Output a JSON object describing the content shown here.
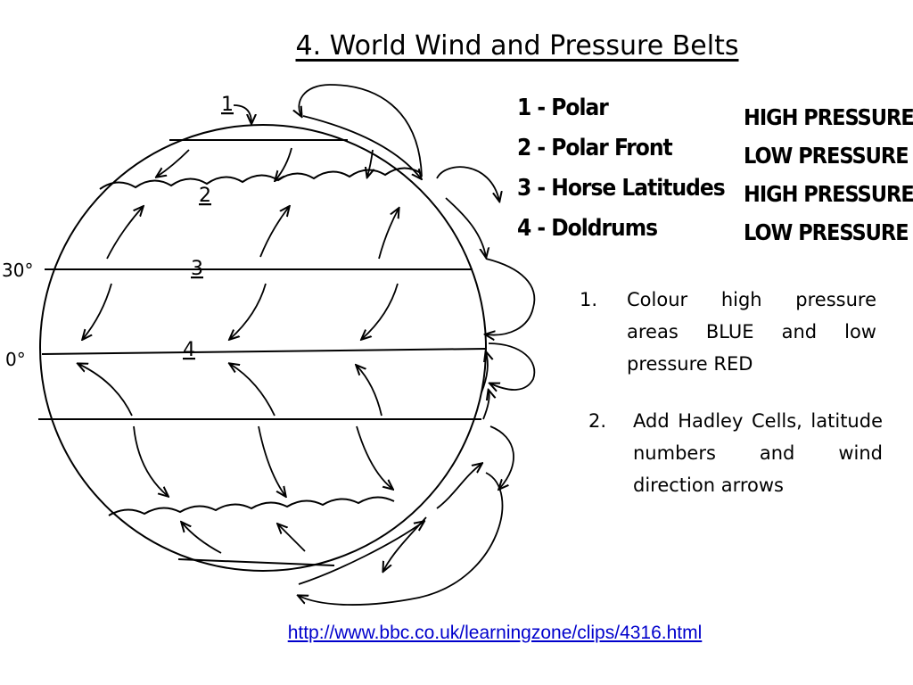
{
  "title": "4. World Wind and Pressure Belts",
  "diagram": {
    "zone_numbers": [
      "1",
      "2",
      "3",
      "4"
    ],
    "latitude_labels": [
      "30°",
      "0°"
    ]
  },
  "legend": [
    {
      "label": "1 - Polar",
      "pressure": "HIGH PRESSURE"
    },
    {
      "label": "2 - Polar Front",
      "pressure": "LOW PRESSURE"
    },
    {
      "label": "3 - Horse Latitudes",
      "pressure": "HIGH PRESSURE"
    },
    {
      "label": "4 - Doldrums",
      "pressure": "LOW PRESSURE"
    }
  ],
  "instructions": [
    {
      "number": "1.",
      "text": "Colour high pressure areas BLUE and low pressure RED"
    },
    {
      "number": "2.",
      "text": "Add Hadley Cells, latitude numbers and wind direction arrows"
    }
  ],
  "link": "http://www.bbc.co.uk/learningzone/clips/4316.html"
}
